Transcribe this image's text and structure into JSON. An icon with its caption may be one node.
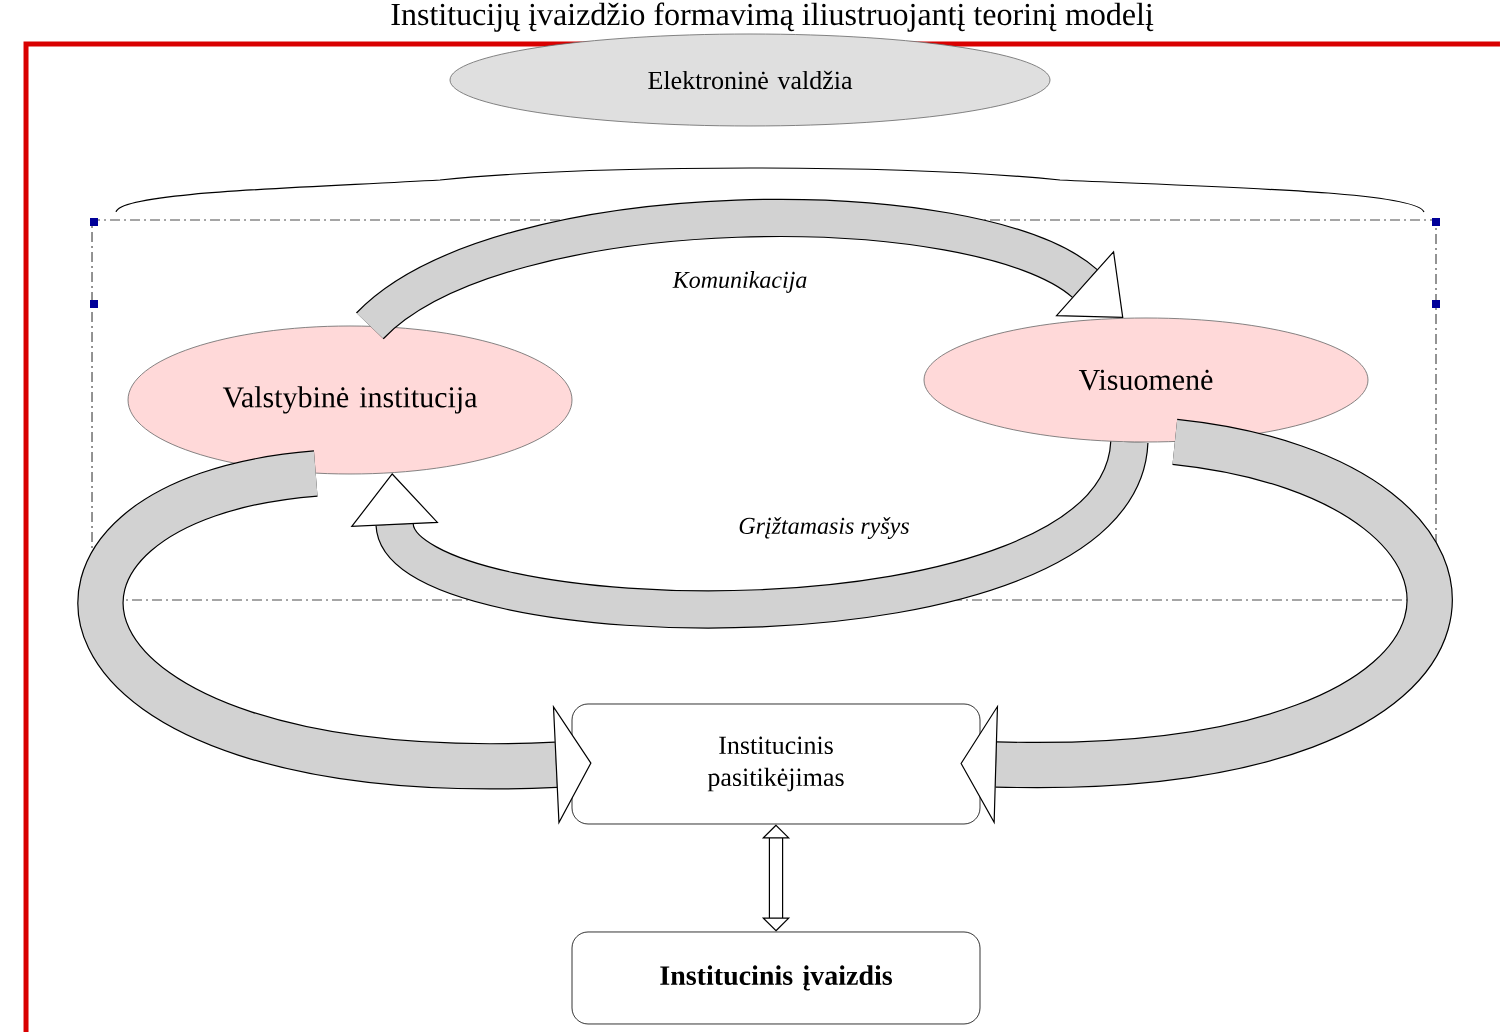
{
  "diagram": {
    "title": "Institucijų įvaizdžio formavimą iliustruojantį teorinį modelį",
    "nodes": [
      {
        "text": [
          "Elektroninė valdžia"
        ]
      },
      {
        "text": [],
        "shape": "box"
      },
      {
        "text": [
          "Valstybinė institucija"
        ],
        "in": 1
      },
      {
        "text": [
          "Visuomenė"
        ],
        "in": 1
      },
      {
        "text": [
          "Institucinis pasitikėjimas"
        ]
      },
      {
        "text": [
          "Institucinis įvaizdis"
        ]
      }
    ],
    "edges": [
      {
        "from": 2,
        "to": 3,
        "arrow": "to",
        "label": "Komunikacija"
      },
      {
        "from": 3,
        "to": 2,
        "arrow": "to",
        "label": "Grįžtamasis ryšys"
      },
      {
        "from": 2,
        "to": 4,
        "arrow": "to"
      },
      {
        "from": 3,
        "to": 4,
        "arrow": "to"
      },
      {
        "from": 4,
        "to": 5,
        "arrow": "both"
      }
    ]
  }
}
